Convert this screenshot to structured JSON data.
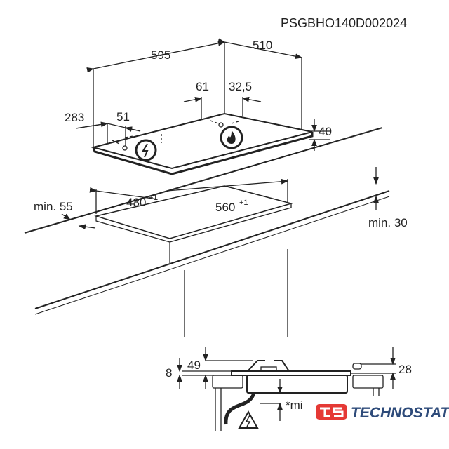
{
  "model_code": "PSGBHO140D002024",
  "dimensions": {
    "width": "595",
    "depth": "510",
    "d61": "61",
    "d32_5": "32,5",
    "d283": "283",
    "d51": "51",
    "height": "40",
    "cutout_depth": "480",
    "cutout_depth_tol": "+1",
    "cutout_width": "560",
    "cutout_width_tol": "+1",
    "min_front": "min. 55",
    "min_back": "min. 30",
    "d8": "8",
    "d49": "49",
    "d28": "28",
    "min_below": "*mi"
  },
  "icons": [
    "electric-icon",
    "gas-flame-icon",
    "electric-warning-icon"
  ],
  "logo": {
    "mark": "ts",
    "text": "TECHNOSTATUS",
    "mark_color": "#e53935",
    "text_color": "#2e4b7a"
  }
}
